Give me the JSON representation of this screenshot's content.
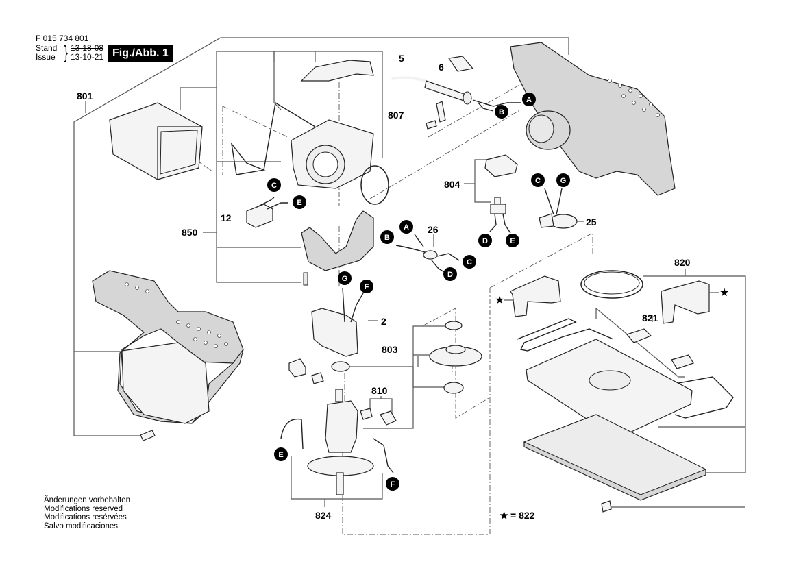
{
  "header": {
    "document_number": "F 015 734 801",
    "stand_label": "Stand",
    "issue_label": "Issue",
    "stand_date": "13-18-08",
    "issue_date": "13-10-21",
    "figure_label": "Fig./Abb. 1"
  },
  "notes": [
    "Änderungen vorbehalten",
    "Modifications reserved",
    "Modifications resérvées",
    "Salvo modificaciones"
  ],
  "part_labels": {
    "p801": "801",
    "p5": "5",
    "p6": "6",
    "p807": "807",
    "p804": "804",
    "p25": "25",
    "p12": "12",
    "p850": "850",
    "p26": "26",
    "p2": "2",
    "p803": "803",
    "p810": "810",
    "p824": "824",
    "p820": "820",
    "p821": "821"
  },
  "connector_callouts": {
    "A": "A",
    "B": "B",
    "C": "C",
    "D": "D",
    "E": "E",
    "F": "F",
    "G": "G"
  },
  "legend": {
    "star_symbol": "★",
    "star_equals": "= 822"
  }
}
